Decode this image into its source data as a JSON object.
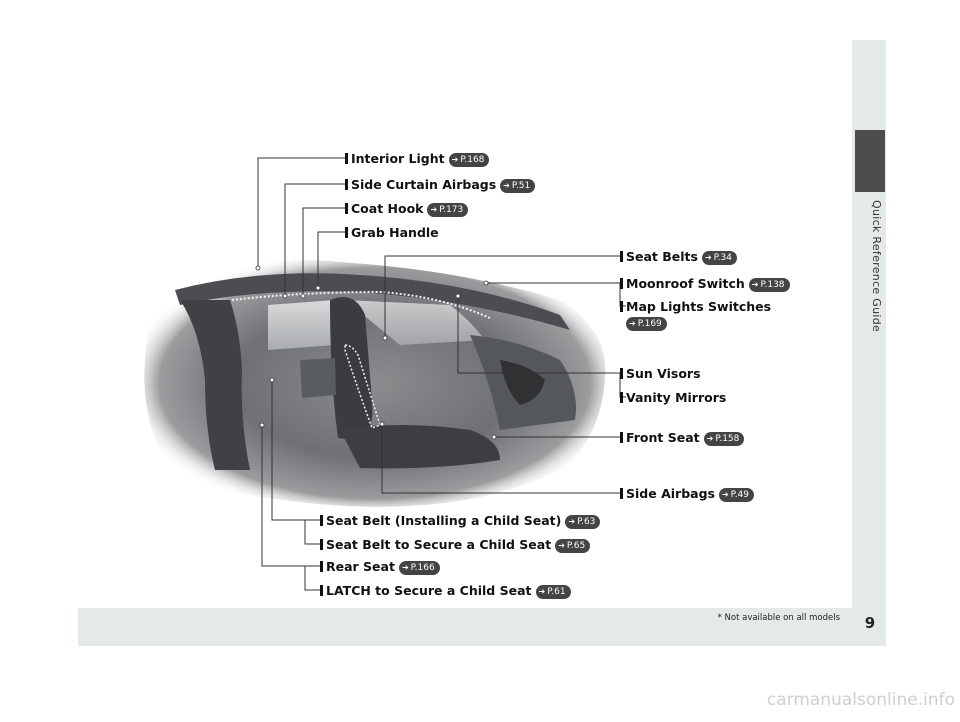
{
  "side_tab_label": "Quick Reference Guide",
  "page_number": "9",
  "footnote": "* Not available on all models",
  "watermark": "carmanualsonline.info",
  "ref_arrow": "➔",
  "callouts": [
    {
      "label": "Interior Light",
      "ref": "P.168"
    },
    {
      "label": "Side Curtain Airbags",
      "ref": "P.51"
    },
    {
      "label": "Coat Hook",
      "ref": "P.173"
    },
    {
      "label": "Grab Handle",
      "ref": ""
    },
    {
      "label": "Seat Belts",
      "ref": "P.34"
    },
    {
      "label": "Moonroof Switch",
      "ref": "P.138"
    },
    {
      "label": "Map Lights Switches",
      "ref": "P.169"
    },
    {
      "label": "Sun Visors",
      "ref": ""
    },
    {
      "label": "Vanity Mirrors",
      "ref": ""
    },
    {
      "label": "Front Seat",
      "ref": "P.158"
    },
    {
      "label": "Side Airbags",
      "ref": "P.49"
    },
    {
      "label": "Seat Belt (Installing a Child Seat)",
      "ref": "P.63"
    },
    {
      "label": "Seat Belt to Secure a Child Seat",
      "ref": "P.65"
    },
    {
      "label": "Rear Seat",
      "ref": "P.166"
    },
    {
      "label": "LATCH to Secure a Child Seat",
      "ref": "P.61"
    }
  ]
}
